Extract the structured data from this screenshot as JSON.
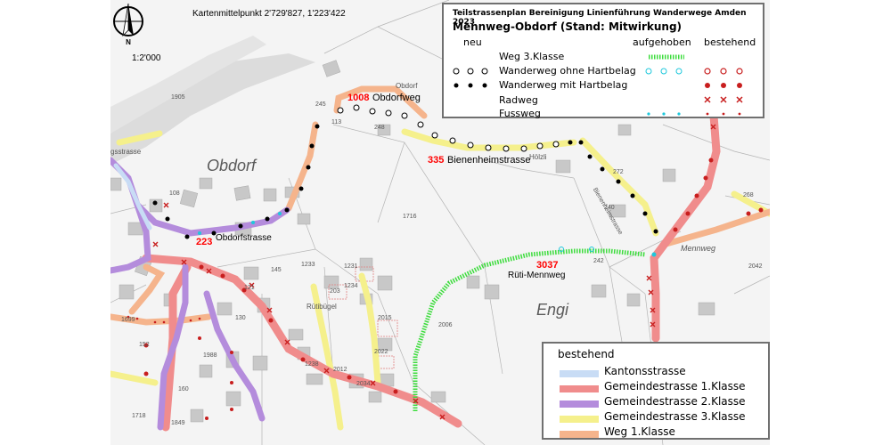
{
  "map": {
    "center_label": "Kartenmittelpunkt 2'729'827, 1'223'422",
    "scale": "1:2'000",
    "places": {
      "obdorf_big": "Obdorf",
      "obdorf_small": "Obdorf",
      "engi": "Engi",
      "ruetibuegel": "Rütibügel",
      "menweg": "Mennweg",
      "hoelzli": "Hölzli"
    },
    "streets": {
      "s1008_num": "1008",
      "s1008_name": "Obdorfweg",
      "s335_num": "335",
      "s335_name": "Bienenheimstrasse",
      "s223_num": "223",
      "s223_name": "Obdorfstrasse",
      "s3037_num": "3037",
      "s3037_name": "Rüti-Mennweg",
      "bienenheim_vertical": "Bienenheimstrasse",
      "weg_small": "gsstrasse"
    },
    "parcels": [
      "1905",
      "245",
      "248",
      "113",
      "1716",
      "108",
      "145",
      "1233",
      "1231",
      "203",
      "2015",
      "121",
      "130",
      "2006",
      "1238",
      "2012",
      "2034",
      "1988",
      "160",
      "1849",
      "1718",
      "1699",
      "152",
      "272",
      "242",
      "240",
      "268",
      "2042",
      "1234",
      "2022"
    ]
  },
  "legend_top": {
    "title": "Teilstrassenplan Bereinigung Linienführung Wanderwege Amden 2023",
    "subtitle": "Mennweg-Obdorf    (Stand: Mitwirkung)",
    "col_new": "neu",
    "col_removed": "aufgehoben",
    "col_existing": "bestehend",
    "rows": [
      {
        "label": "Weg 3.Klasse"
      },
      {
        "label": "Wanderweg ohne Hartbelag"
      },
      {
        "label": "Wanderweg mit Hartbelag"
      },
      {
        "label": "Radweg"
      },
      {
        "label": "Fussweg"
      }
    ]
  },
  "legend_bottom": {
    "title": "bestehend",
    "rows": [
      {
        "label": "Kantonsstrasse",
        "color": "#c8dcf5"
      },
      {
        "label": "Gemeindestrasse 1.Klasse",
        "color": "#f08c8c"
      },
      {
        "label": "Gemeindestrasse 2.Klasse",
        "color": "#b48cdc"
      },
      {
        "label": "Gemeindestrasse 3.Klasse",
        "color": "#f5f08c"
      },
      {
        "label": "Weg 1.Klasse",
        "color": "#f5b48c"
      }
    ]
  },
  "colors": {
    "new_marker": "#000000",
    "removed_marker": "#1ec8dc",
    "existing_marker": "#c81e1e",
    "weg3": "#3cdc3c"
  }
}
